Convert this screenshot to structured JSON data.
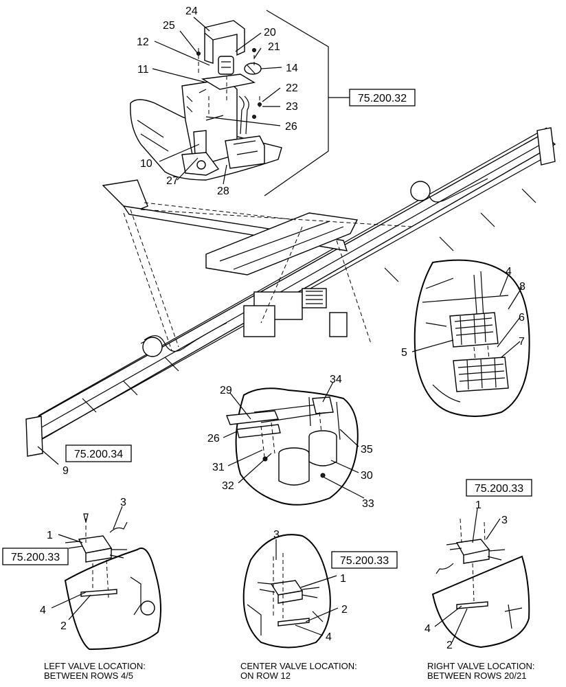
{
  "refs": {
    "r1": "75.200.32",
    "r2": "75.200.34",
    "r3": "75.200.33",
    "r4": "75.200.33",
    "r5": "75.200.33"
  },
  "captions": {
    "left_line1": "LEFT VALVE LOCATION:",
    "left_line2": "BETWEEN ROWS 4/5",
    "center_line1": "CENTER VALVE LOCATION:",
    "center_line2": "ON ROW 12",
    "right_line1": "RIGHT VALVE LOCATION:",
    "right_line2": "BETWEEN ROWS 20/21"
  },
  "callouts": {
    "c24": "24",
    "c25": "25",
    "c20": "20",
    "c12": "12",
    "c21": "21",
    "c14": "14",
    "c11": "11",
    "c22": "22",
    "c23": "23",
    "c26a": "26",
    "c10": "10",
    "c27": "27",
    "c28": "28",
    "c9": "9",
    "c4a": "4",
    "c8": "8",
    "c6": "6",
    "c5": "5",
    "c7": "7",
    "c29": "29",
    "c34": "34",
    "c26b": "26",
    "c35": "35",
    "c31": "31",
    "c30": "30",
    "c32": "32",
    "c33": "33",
    "l3": "3",
    "l1": "1",
    "l4": "4",
    "l2": "2",
    "m3": "3",
    "m1": "1",
    "m2": "2",
    "m4": "4",
    "n1": "1",
    "n3": "3",
    "n4": "4",
    "n2": "2"
  }
}
